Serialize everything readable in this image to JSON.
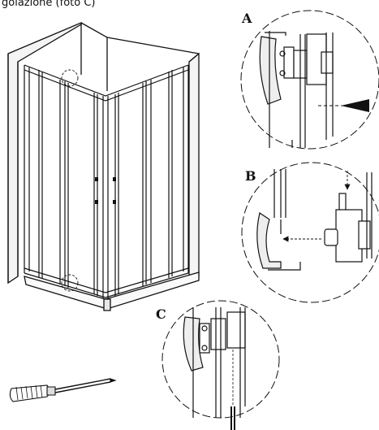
{
  "caption": "golazione (foto C)",
  "detail_labels": {
    "a": "A",
    "b": "B",
    "c": "C"
  }
}
